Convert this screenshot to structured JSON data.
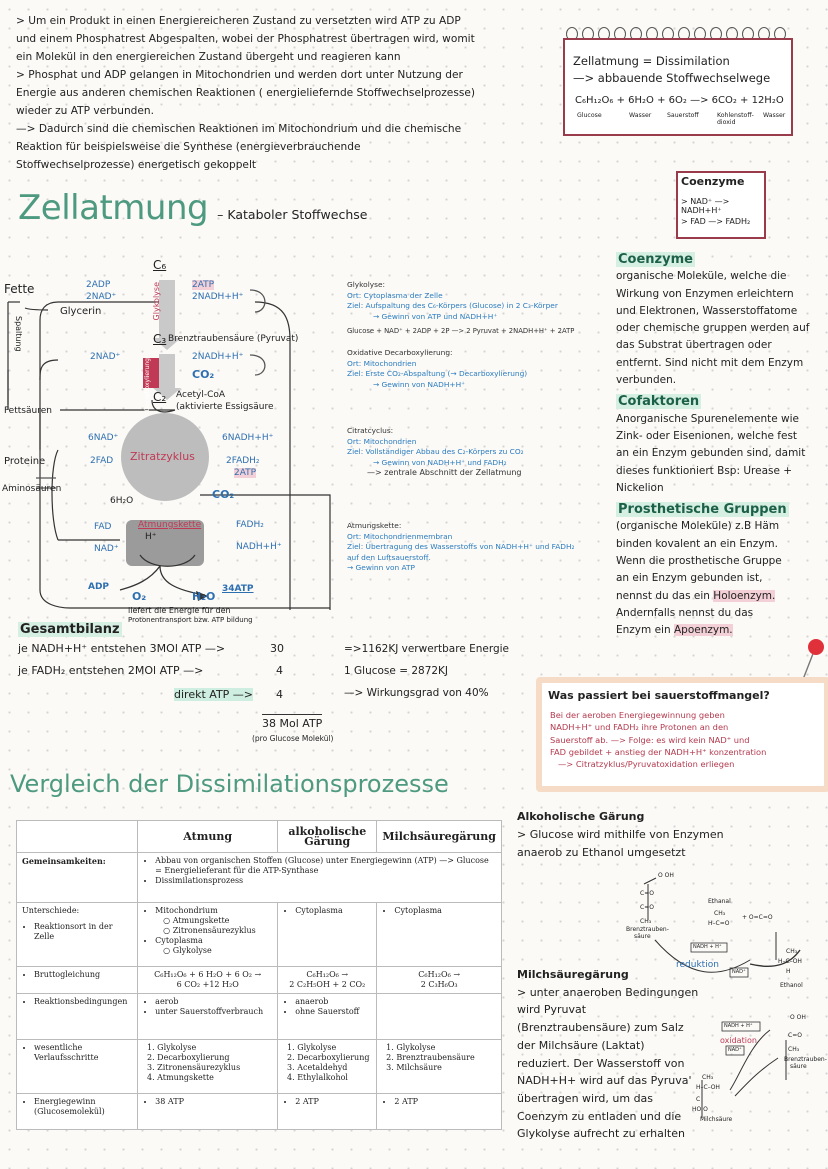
{
  "intro": {
    "lines": [
      "> Um ein Produkt in einen Energiereicheren Zustand zu versetzten wird ATP zu ADP",
      "und einem Phosphatrest Abgespalten, wobei der Phosphatrest übertragen wird, womit",
      "ein Molekül in den energiereichen Zustand übergeht und reagieren kann",
      "> Phosphat und ADP gelangen in Mitochondrien und werden dort unter Nutzung der",
      "Energie aus anderen chemischen Reaktionen ( energieliefernde Stoffwechselprozesse)",
      "wieder zu ATP verbunden.",
      "—> Dadurch sind die chemischen Reaktionen im Mitochondrium und die chemische",
      "Reaktion für beispielsweise die Synthese (energieverbrauchende",
      "Stoffwechselprozesse) energetisch gekoppelt"
    ]
  },
  "calendar": {
    "line1": "Zellatmung = Dissimilation",
    "line2": "—> abbauende Stoffwechselwege",
    "equation": "C₆H₁₂O₆ + 6H₂O + 6O₂ —> 6CO₂ + 12H₂O",
    "labels": [
      "Glucose",
      "Wasser",
      "Sauerstoff",
      "Kohlenstoff-dioxid",
      "Wasser"
    ]
  },
  "coenzyme_box": {
    "title": "Coenzyme",
    "l1": "> NAD⁺ —> NADH+H⁺",
    "l2": "> FAD —> FADH₂"
  },
  "title": {
    "main": "Zellatmung",
    "sub": "– Kataboler Stoffwechse"
  },
  "diagram": {
    "c6": "C₆",
    "c3": "C₃",
    "c3_label": "Brenztraubensäure (Pyruvat)",
    "c2": "C₂",
    "c2_label1": "Acetyl-CoA",
    "c2_label2": "(aktivierte Essigsäure",
    "glykolyse": "Glykolyse",
    "decarb": "Decarboxylierung",
    "zitrat": "Zitratzyklus",
    "atmung": "Atmungskette",
    "hplus": "H⁺",
    "fette": "Fette",
    "glycerin": "Glycerin",
    "fettsaeuren": "Fettsäuren",
    "proteine": "Proteine",
    "aminosaeuren": "Aminosäuren",
    "spaltung": "Spaltung",
    "adp2": "2ADP",
    "nad2": "2NAD⁺",
    "atp2": "2ATP",
    "nadh2": "2NADH+H⁺",
    "nad2b": "2NAD⁺",
    "nadh2b": "2NADH+H⁺",
    "co2a": "CO₂",
    "nad6": "6NAD⁺",
    "fad2": "2FAD",
    "nadh6": "6NADH+H⁺",
    "fadh2": "2FADH₂",
    "atp2b": "2ATP",
    "co2b": "CO₂",
    "h2o6": "6H₂O",
    "fad": "FAD",
    "nad": "NAD⁺",
    "fadh": "FADH₂",
    "nadh": "NADH+H⁺",
    "adp": "ADP",
    "o2": "O₂",
    "h2o": "H₂O",
    "atp34": "34ATP",
    "liefert1": "liefert die Energie für den",
    "liefert2": "Protonentransport bzw. ATP bildung"
  },
  "notes": {
    "glyk": {
      "t": "Glykolyse:",
      "ort": "Ort: Cytoplasma der Zelle",
      "ziel": "Ziel: Aufspaltung des C₆-Körpers (Glucose) in 2 C₃-Körper",
      "g": "→ Gewinn von ATP und NADH+H⁺",
      "eq": "Glucose + NAD⁺ + 2ADP + 2P —> 2 Pyruvat + 2NADH+H⁺ + 2ATP"
    },
    "odc": {
      "t": "Oxidative Decarboxylierung:",
      "ort": "Ort: Mitochondrien",
      "ziel": "Ziel: Erste CO₂-Abspaltung (→ Decarboxylierung)",
      "g": "→ Gewinn von NADH+H⁺"
    },
    "cz": {
      "t": "Citratcyclus:",
      "ort": "Ort: Mitochondrien",
      "ziel": "Ziel: Vollständiger Abbau des C₂-Körpers zu CO₂",
      "g": "→ Gewinn von NADH+H⁺ und FADH₂",
      "z": "—> zentrale Abschnitt der Zellatmung"
    },
    "ak": {
      "t": "Atmungskette:",
      "ort": "Ort: Mitochondrienmembran",
      "ziel1": "Ziel: Übertragung des Wasserstoffs von NADH+H⁺ und FADH₂",
      "ziel2": "auf den Luftsauerstoff.",
      "g": "→ Gewinn von ATP"
    }
  },
  "side": {
    "coenz_t": "Coenzyme",
    "coenz": [
      "organische Moleküle, welche die",
      "Wirkung von Enzymen erleichtern",
      "und Elektronen, Wasserstoffatome",
      "oder chemische gruppen werden auf",
      "das Substrat übertragen oder",
      "entfernt. Sind nicht mit dem Enzym",
      "verbunden."
    ],
    "cof_t": "Cofaktoren",
    "cof": [
      "Anorganische Spurenelemente wie",
      "Zink- oder Eisenionen, welche fest",
      "an ein Enzym gebunden sind, damit",
      "dieses funktioniert Bsp: Urease +",
      "Nickelion"
    ],
    "pg_t": "Prosthetische Gruppen",
    "pg": [
      "(organische Moleküle) z.B Häm",
      "binden kovalent an ein Enzym.",
      "Wenn die prosthetische Gruppe",
      "an ein Enzym gebunden ist,",
      "nennst du das ein"
    ],
    "holo": "Holoenzym.",
    "pg2": "Andernfalls nennst du das",
    "pg3": "Enzym ein",
    "apo": "Apoenzym."
  },
  "bilanz": {
    "t": "Gesamtbilanz",
    "r1a": "je NADH+H⁺ entstehen 3MOl ATP —>",
    "r1b": "30",
    "r2a": "je FADH₂   entstehen 2MOl ATP —>",
    "r2b": "4",
    "r3a": "direkt ATP —>",
    "r3b": "4",
    "total": "38 Mol ATP",
    "pro": "(pro Glucose Molekül)",
    "e1": "=>1162KJ verwertbare Energie",
    "e2": "1 Glucose = 2872KJ",
    "e3": "—> Wirkungsgrad von 40%"
  },
  "sauer": {
    "t": "Was passiert bei sauerstoffmangel?",
    "l": [
      "Bei der aeroben Energiegewinnung geben",
      "NADH+H⁺ und FADH₂ ihre Protonen an den",
      "Sauerstoff ab. —> Folge: es wird kein NAD⁺ und",
      "FAD gebildet + anstieg der NADH+H⁺ konzentration",
      "—> Citratzyklus/Pyruvatoxidation erliegen"
    ]
  },
  "vergleich": "Vergleich der Dissimilationsprozesse",
  "table": {
    "h": [
      "Atmung",
      "alkoholische Gärung",
      "Milchsäuregärung"
    ],
    "gem_l": "Gemeinsamkeiten:",
    "gem": [
      "Abbau von organischen Stoffen (Glucose) unter Energiegewinn (ATP) —> Glucose = Energielieferant für die ATP-Synthase",
      "Dissimilationsprozess"
    ],
    "unt_l": "Unterschiede:",
    "ort_l": "Reaktionsort in der Zelle",
    "ort_a": [
      "Mitochondrium",
      "Atmungskette",
      "Zitronensäurezyklus",
      "Cytoplasma",
      "Glykolyse"
    ],
    "ort_b": "Cytoplasma",
    "ort_c": "Cytoplasma",
    "br_l": "Bruttogleichung",
    "br_a1": "C₆H₁₂O₆ + 6 H₂O + 6 O₂ →",
    "br_a2": "6 CO₂ +12 H₂O",
    "br_b1": "C₆H₁₂O₆ →",
    "br_b2": "2 C₂H₅OH + 2 CO₂",
    "br_c1": "C₆H₁₂O₆ →",
    "br_c2": "2 C₃H₆O₃",
    "rb_l": "Reaktionsbedingungen",
    "rb_a": [
      "aerob",
      "unter Sauerstoffverbrauch"
    ],
    "rb_b": [
      "anaerob",
      "ohne Sauerstoff"
    ],
    "vs_l": "wesentliche Verlaufsschritte",
    "vs_a": [
      "Glykolyse",
      "Decarboxylierung",
      "Zitronensäurezyklus",
      "Atmungskette"
    ],
    "vs_b": [
      "Glykolyse",
      "Decarboxylierung",
      "Acetaldehyd",
      "Ethylalkohol"
    ],
    "vs_c": [
      "Glykolyse",
      "Brenztraubensäure",
      "Milchsäure"
    ],
    "eg_l": "Energiegewinn (Glucosemolekül)",
    "eg_a": "38 ATP",
    "eg_b": "2 ATP",
    "eg_c": "2 ATP"
  },
  "alk": {
    "t": "Alkoholische Gärung",
    "l1": "> Glucose wird mithilfe von Enzymen",
    "l2": "anaerob zu Ethanol umgesetzt"
  },
  "milch": {
    "t": "Milchsäuregärung",
    "l": [
      "> unter anaeroben Bedingungen",
      "wird Pyruvat",
      "(Brenztraubensäure) zum Salz",
      "der Milchsäure (Laktat)",
      "reduziert. Der Wasserstoff von",
      "NADH+H+ wird auf das Pyruva'",
      "übertragen wird, um das",
      "Coenzym zu entladen und die",
      "Glykolyse aufrecht zu erhalten"
    ]
  },
  "chem": {
    "ethanal": "Ethanal",
    "co2": "+ O=C=O",
    "brenz1": "Brenztrauben-",
    "brenz2": "säure",
    "nadh": "NADH + H⁺",
    "nad": "NAD⁺",
    "red": "reduktion",
    "ethanol": "Ethanol",
    "ox": "oxidation",
    "milch": "Milchsäure"
  }
}
